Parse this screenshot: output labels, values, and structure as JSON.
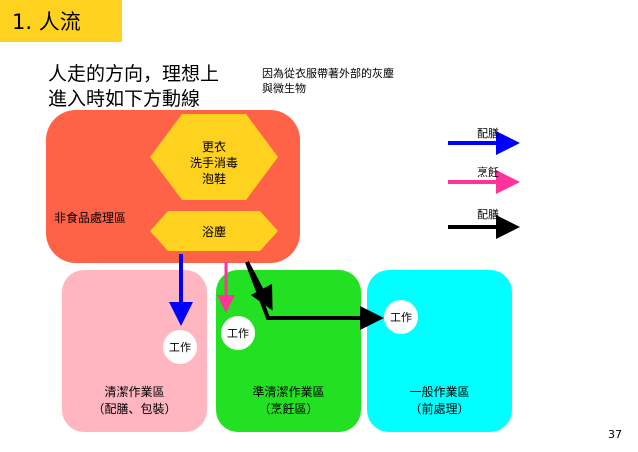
{
  "title": "1. 人流",
  "heading": "人走的方向，理想上\n進入時如下方動線",
  "note": "因為從衣服帶著外部的灰塵\n與微生物",
  "nonfood_zone": {
    "label": "非食品處理區",
    "color": "#ff6347"
  },
  "hexagons": [
    {
      "text": "更衣\n洗手消毒\n泡鞋",
      "color": "#ffd21f"
    },
    {
      "text": "浴塵",
      "color": "#ffd21f"
    }
  ],
  "zones": [
    {
      "label": "清潔作業區\n（配膳、包裝）",
      "color": "#ffb6c1"
    },
    {
      "label": "準清潔作業區\n（烹飪區）",
      "color": "#22e022"
    },
    {
      "label": "一般作業區\n（前處理）",
      "color": "#00ffff"
    }
  ],
  "work_circles": [
    "工作",
    "工作",
    "工作"
  ],
  "legend": [
    {
      "label": "配膳",
      "color": "#0000ff"
    },
    {
      "label": "烹飪",
      "color": "#ff3399"
    },
    {
      "label": "配膳",
      "color": "#000000"
    }
  ],
  "page_number": "37"
}
